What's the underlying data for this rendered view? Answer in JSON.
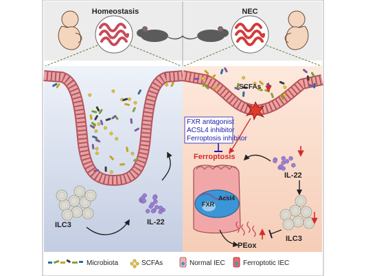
{
  "left_panel": {
    "title": "Homeostasis",
    "cell_label": "ILC3",
    "cytokine_label": "IL-22"
  },
  "right_panel": {
    "title": "NEC",
    "scfa_label": "SCFAs",
    "inhibitors": [
      "FXR antagonist",
      "ACSL4 inhibitor",
      "Ferroptosis inhibitor"
    ],
    "ferroptosis_label": "Ferroptosis",
    "cytokine_label": "IL-22",
    "cell_label": "ILC3",
    "peox_label": "PEox",
    "fxr_label": "FXR",
    "acsl4_label": "Acsl4"
  },
  "legend": {
    "items": [
      "Microbiota",
      "SCFAs",
      "Normal IEC",
      "Ferroptotic IEC"
    ]
  },
  "colors": {
    "left_bg": "#dfe6f2",
    "right_bg": "#fbe6d9",
    "top_bg": "#ececec",
    "tissue": "#d98b8b",
    "ilc3": "#d9d9cf",
    "il22": "#9a7fd0",
    "down_arrow": "#d42a2a",
    "inhibitor_text": "#1a1aa8",
    "nucleus": "#3a96d6"
  },
  "icons": [
    "fetus-icon",
    "intestine-icon",
    "mouse-icon",
    "arrow-icon",
    "inhibition-bar-icon",
    "lightning-icon"
  ]
}
